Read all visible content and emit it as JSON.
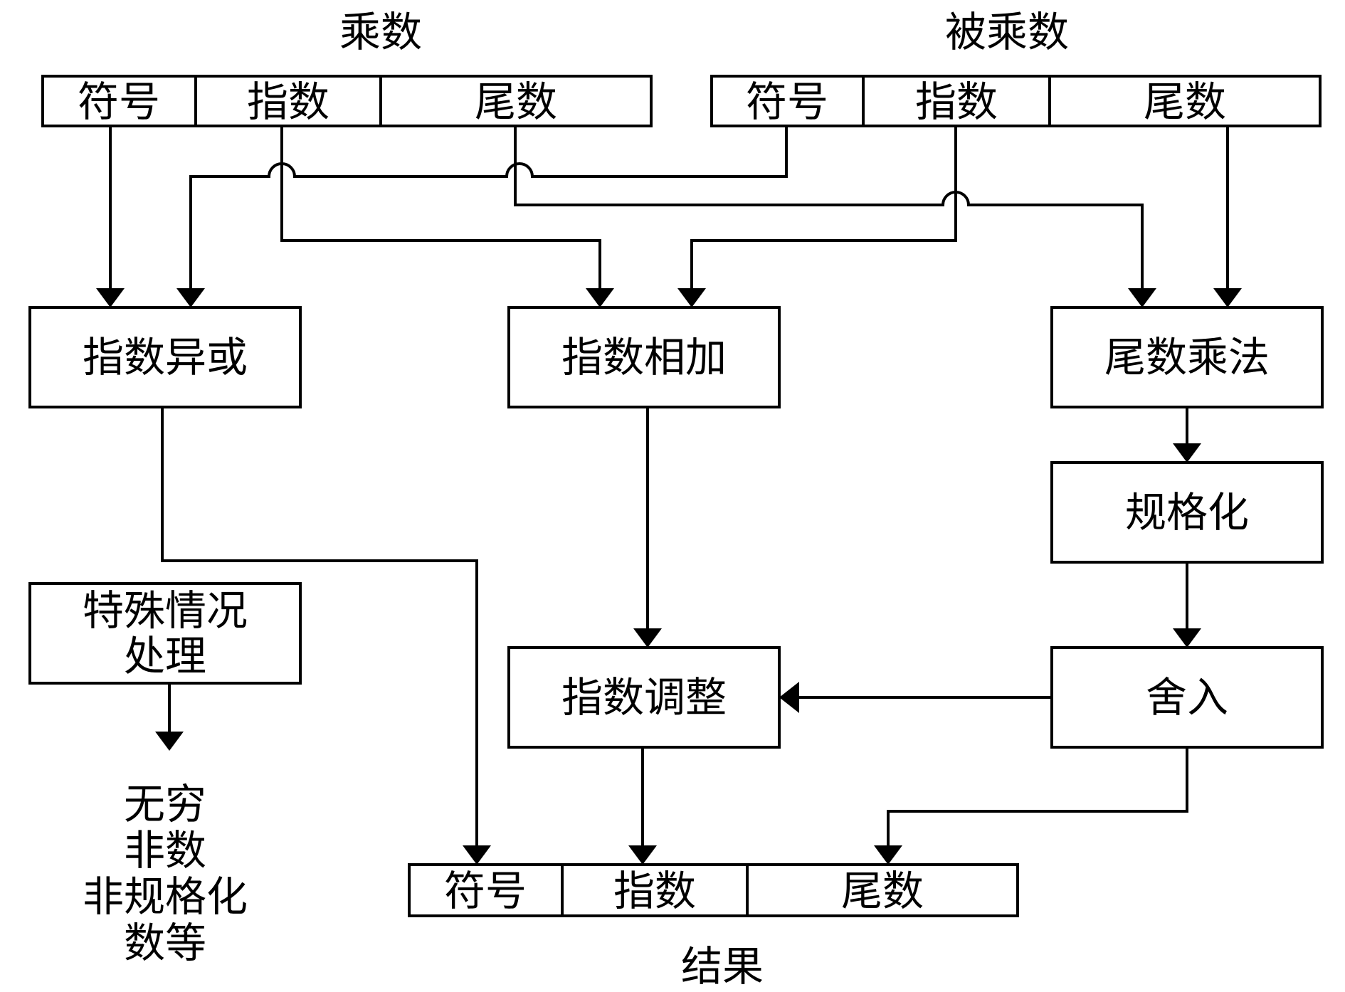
{
  "titles": {
    "multiplier": "乘数",
    "multiplicand": "被乘数",
    "result": "结果"
  },
  "fields": {
    "sign": "符号",
    "exponent": "指数",
    "mantissa": "尾数"
  },
  "blocks": {
    "exponent_xor": "指数异或",
    "exponent_add": "指数相加",
    "mantissa_multiply": "尾数乘法",
    "normalize": "规格化",
    "special_case_line1": "特殊情况",
    "special_case_line2": "处理",
    "exponent_adjust": "指数调整",
    "rounding": "舍入"
  },
  "special_outputs": [
    "无穷",
    "非数",
    "非规格化",
    "数等"
  ]
}
